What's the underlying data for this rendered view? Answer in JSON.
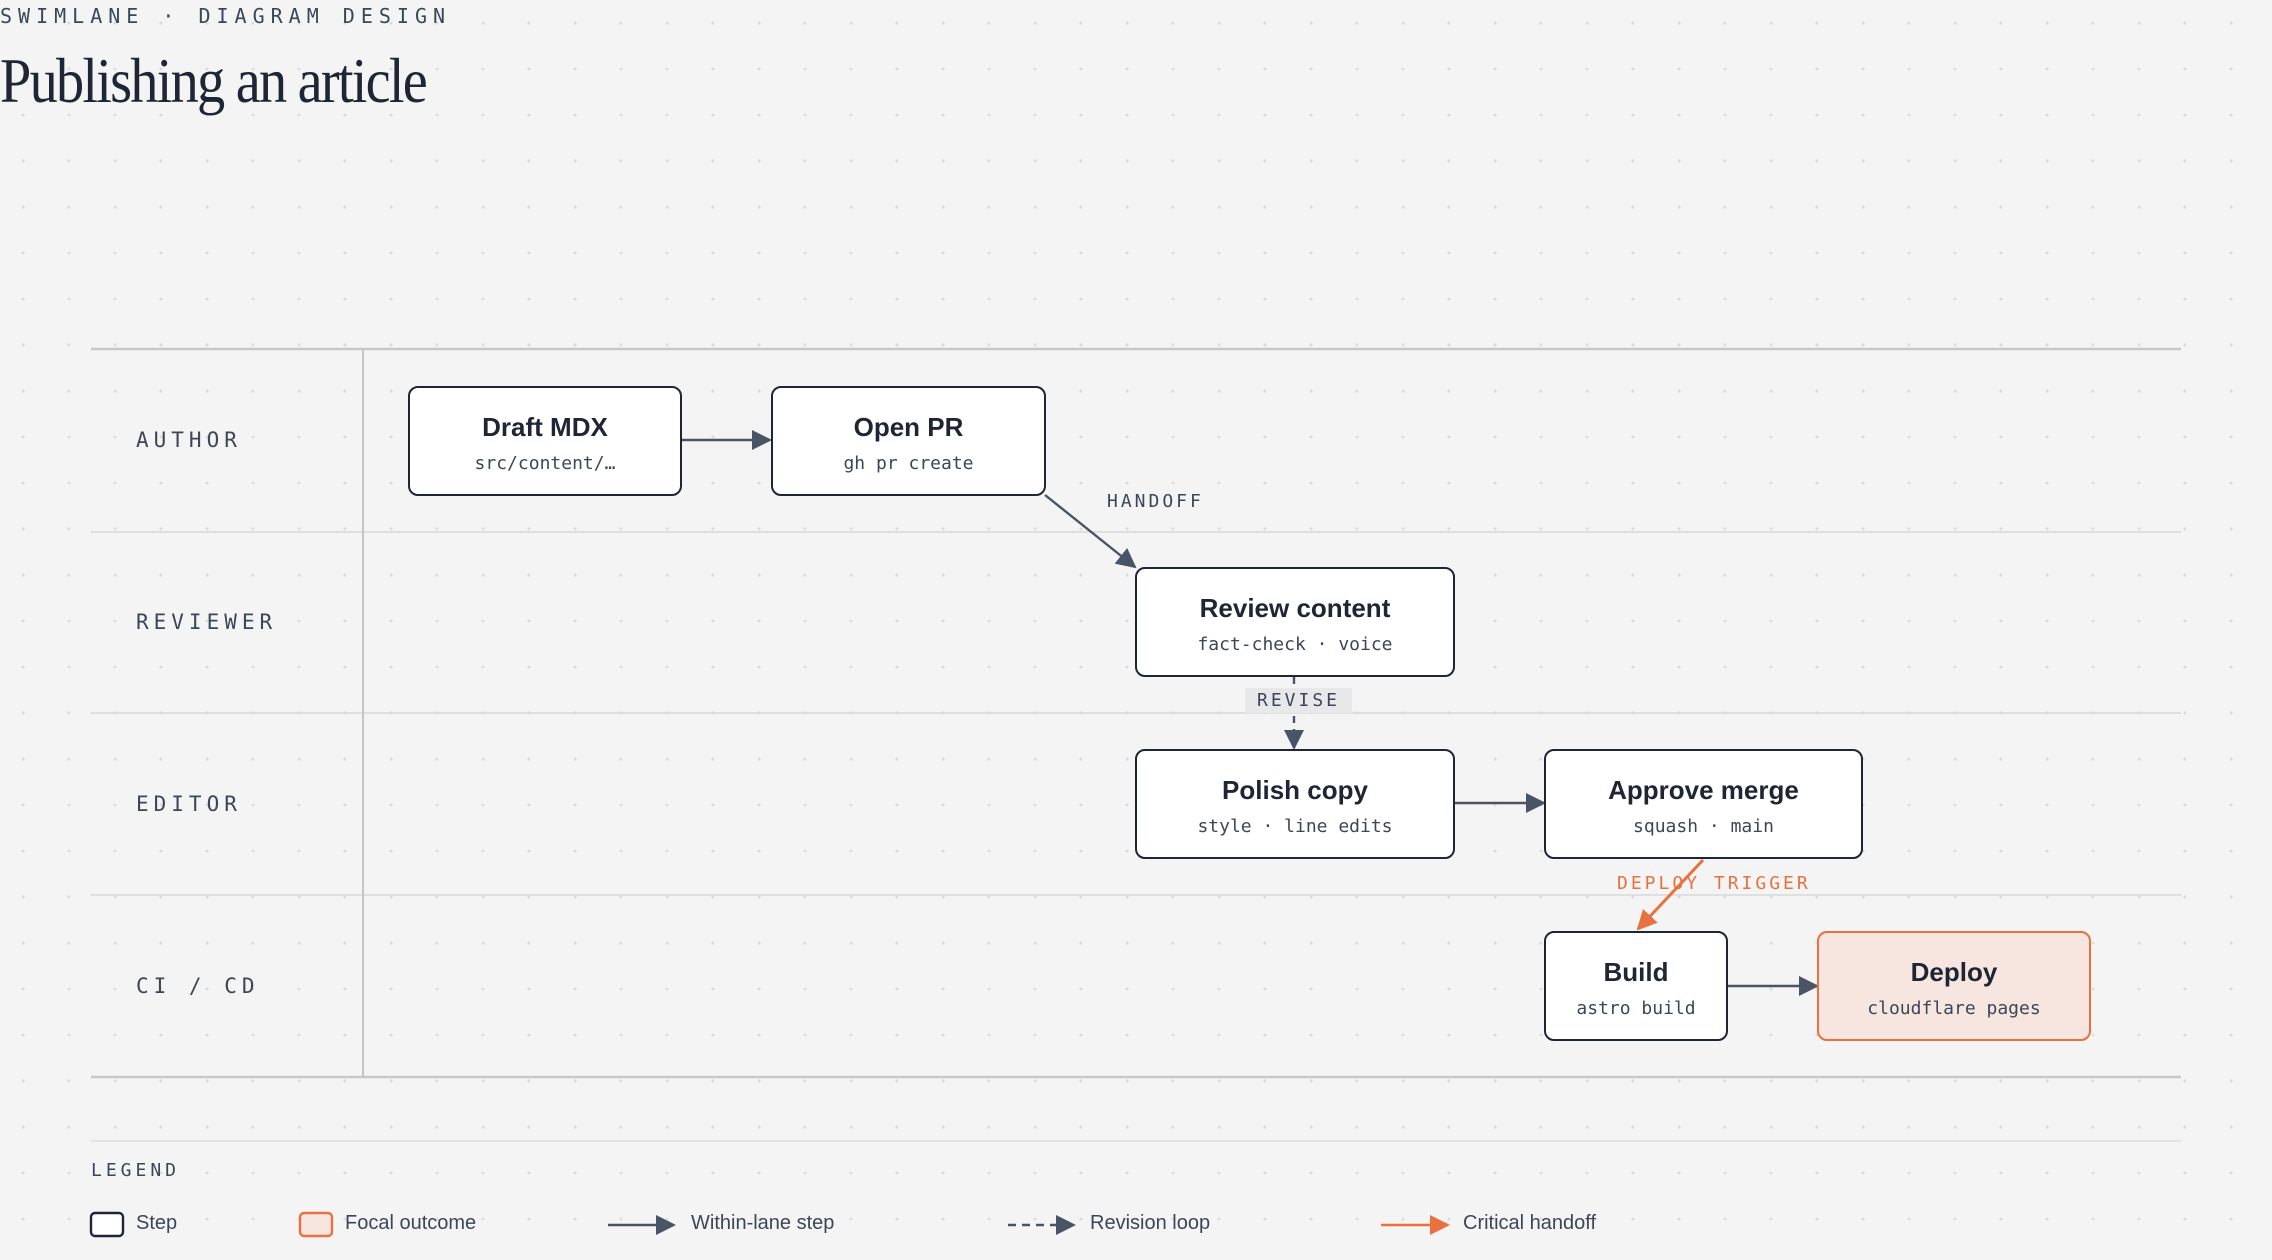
{
  "header": {
    "eyebrow": "SWIMLANE · DIAGRAM DESIGN",
    "title": "Publishing an article"
  },
  "lanes": [
    {
      "id": "author",
      "label": "AUTHOR"
    },
    {
      "id": "reviewer",
      "label": "REVIEWER"
    },
    {
      "id": "editor",
      "label": "EDITOR"
    },
    {
      "id": "cicd",
      "label": "CI / CD"
    }
  ],
  "nodes": {
    "draft": {
      "title": "Draft MDX",
      "sub": "src/content/…",
      "lane": "author"
    },
    "open_pr": {
      "title": "Open PR",
      "sub": "gh pr create",
      "lane": "author"
    },
    "review": {
      "title": "Review content",
      "sub": "fact-check · voice",
      "lane": "reviewer"
    },
    "polish": {
      "title": "Polish copy",
      "sub": "style · line edits",
      "lane": "editor"
    },
    "approve": {
      "title": "Approve merge",
      "sub": "squash · main",
      "lane": "editor"
    },
    "build": {
      "title": "Build",
      "sub": "astro build",
      "lane": "cicd"
    },
    "deploy": {
      "title": "Deploy",
      "sub": "cloudflare pages",
      "lane": "cicd",
      "focal": true
    }
  },
  "edges": [
    {
      "from": "draft",
      "to": "open_pr",
      "kind": "within-lane"
    },
    {
      "from": "open_pr",
      "to": "review",
      "kind": "within-lane",
      "label": "HANDOFF"
    },
    {
      "from": "review",
      "to": "polish",
      "kind": "revision",
      "label": "REVISE"
    },
    {
      "from": "polish",
      "to": "approve",
      "kind": "within-lane"
    },
    {
      "from": "approve",
      "to": "build",
      "kind": "critical",
      "label": "DEPLOY TRIGGER"
    },
    {
      "from": "build",
      "to": "deploy",
      "kind": "within-lane"
    }
  ],
  "edge_labels": {
    "handoff": "HANDOFF",
    "revise": "REVISE",
    "deploy_trigger": "DEPLOY TRIGGER"
  },
  "legend": {
    "title": "LEGEND",
    "items": {
      "step": "Step",
      "focal": "Focal outcome",
      "within": "Within-lane step",
      "revision": "Revision loop",
      "critical": "Critical handoff"
    }
  },
  "colors": {
    "ink": "#1e2535",
    "muted": "#3c4658",
    "accent": "#e8713f",
    "focal_fill": "#f6e6df",
    "rule": "#d2d2d2"
  }
}
